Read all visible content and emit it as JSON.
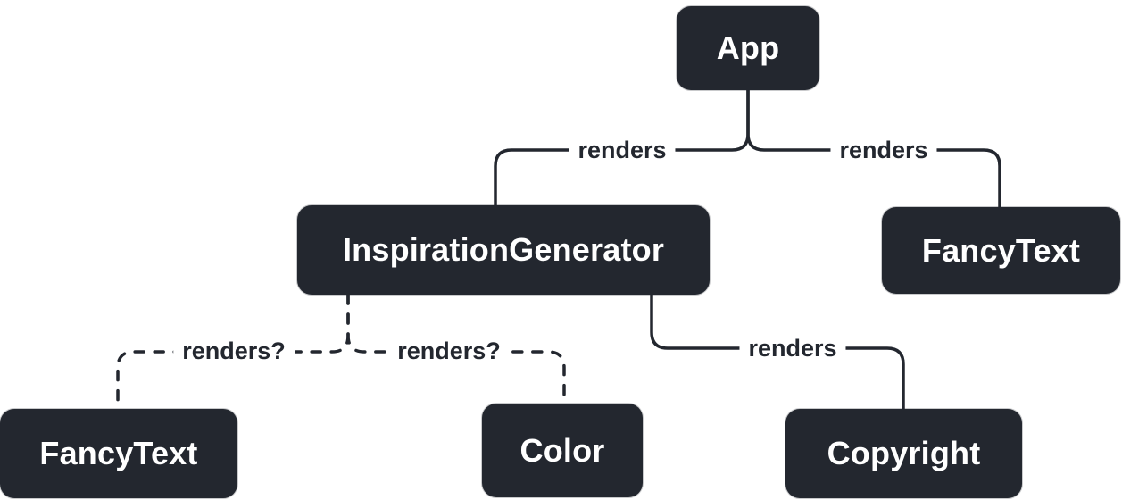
{
  "diagram": {
    "colors": {
      "background": "#ffffff",
      "node_fill": "#23272f",
      "node_text": "#ffffff",
      "edge": "#23272f",
      "edge_label_text": "#23272f"
    },
    "nodes": [
      {
        "id": "app",
        "label": "App"
      },
      {
        "id": "inspiration-generator",
        "label": "InspirationGenerator"
      },
      {
        "id": "fancy-text-top",
        "label": "FancyText"
      },
      {
        "id": "fancy-text-bottom",
        "label": "FancyText"
      },
      {
        "id": "color",
        "label": "Color"
      },
      {
        "id": "copyright",
        "label": "Copyright"
      }
    ],
    "edges": [
      {
        "from": "App",
        "to": "InspirationGenerator",
        "label": "renders",
        "style": "solid"
      },
      {
        "from": "App",
        "to": "FancyText",
        "label": "renders",
        "style": "solid"
      },
      {
        "from": "InspirationGenerator",
        "to": "FancyText",
        "label": "renders?",
        "style": "dashed"
      },
      {
        "from": "InspirationGenerator",
        "to": "Color",
        "label": "renders?",
        "style": "dashed"
      },
      {
        "from": "InspirationGenerator",
        "to": "Copyright",
        "label": "renders",
        "style": "solid"
      }
    ]
  }
}
